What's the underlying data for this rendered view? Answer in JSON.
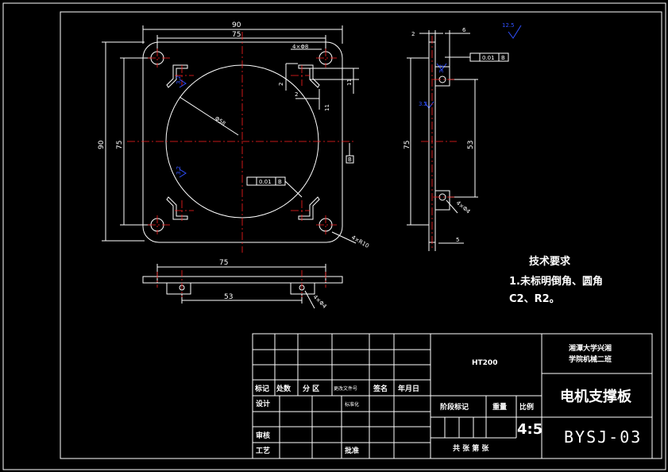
{
  "colors": {
    "background": "#000000",
    "line": "#ffffff",
    "center": "#ff2020",
    "symbol": "#3050ff"
  },
  "dims": {
    "top_width": "90",
    "top_hole_spacing": "75",
    "left_height": "90",
    "left_hole_spacing": "75",
    "hole_note": "4×Φ8",
    "dim_2": "2",
    "dim_11": "11",
    "circle_dia": "Φ58",
    "corner_note": "4×R10",
    "side_2": "2",
    "side_6": "6",
    "side_75": "75",
    "side_53": "53",
    "side_5": "5",
    "side_hole": "4×Φ4",
    "flatness": "0.01",
    "datum": "B",
    "bottom_75": "75",
    "bottom_53": "53",
    "bottom_hole": "4×Φ4",
    "roughness": "12.5",
    "roughness_inner": "3.2"
  },
  "notes": {
    "heading": "技术要求",
    "line1": "1.未标明倒角、圆角",
    "line2": "C2、R2。"
  },
  "title_block": {
    "material": "HT200",
    "school_line1": "湘潭大学兴湘",
    "school_line2": "学院机械二班",
    "part_name": "电机支撑板",
    "drawing_code": "BYSJ-03",
    "scale_label": "比例",
    "scale": "4:5",
    "stage_mark": "阶段标记",
    "weight": "重量",
    "mark": "标记",
    "count": "处数",
    "zone": "分 区",
    "change_doc": "更改文件号",
    "signature": "签名",
    "date": "年月日",
    "design": "设计",
    "standardize": "标准化",
    "review": "审核",
    "process": "工艺",
    "approve": "批准",
    "sheets": "共 张  第 张"
  }
}
